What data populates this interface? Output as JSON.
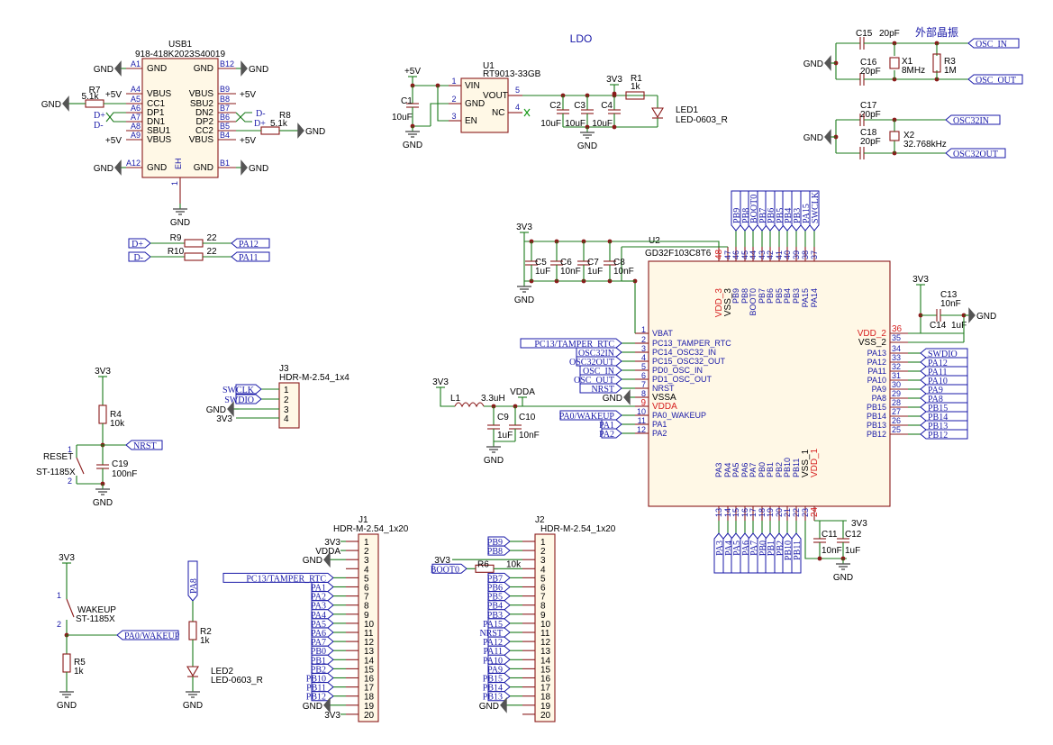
{
  "usb1": {
    "ref": "USB1",
    "part": "918-418K2023S40019",
    "left_pins": [
      {
        "num": "A1",
        "name": "GND"
      },
      {
        "num": "A4",
        "name": "VBUS"
      },
      {
        "num": "A5",
        "name": "CC1"
      },
      {
        "num": "A6",
        "name": "DP1"
      },
      {
        "num": "A7",
        "name": "DN1"
      },
      {
        "num": "A8",
        "name": "SBU1"
      },
      {
        "num": "A9",
        "name": "VBUS"
      },
      {
        "num": "A12",
        "name": "GND"
      }
    ],
    "right_pins": [
      {
        "num": "B12",
        "name": "GND"
      },
      {
        "num": "B9",
        "name": "VBUS"
      },
      {
        "num": "B8",
        "name": "SBU2"
      },
      {
        "num": "B7",
        "name": "DN2"
      },
      {
        "num": "B6",
        "name": "DP2"
      },
      {
        "num": "B5",
        "name": "CC2"
      },
      {
        "num": "B4",
        "name": "VBUS"
      },
      {
        "num": "B1",
        "name": "GND"
      }
    ],
    "eh": "EH",
    "eh_num": "1"
  },
  "usb_nets": {
    "gnd": "GND",
    "p5v": "+5V",
    "dp": "D+",
    "dm": "D-",
    "r7": "R7",
    "r7v": "5.1k",
    "r8": "R8",
    "r8v": "5.1k"
  },
  "ldo": {
    "title": "LDO",
    "ref": "U1",
    "part": "RT9013-33GB",
    "pins": [
      {
        "num": "1",
        "name": "VIN"
      },
      {
        "num": "2",
        "name": "GND"
      },
      {
        "num": "3",
        "name": "EN"
      },
      {
        "num": "5",
        "name": "VOUT"
      },
      {
        "num": "4",
        "name": "NC"
      }
    ],
    "p5v": "+5V",
    "c1": "C1",
    "c1v": "10uF",
    "gnd": "GND",
    "v33": "3V3",
    "r1": "R1",
    "r1v": "1k",
    "c2": "C2",
    "c2v": "10uF",
    "c3": "C3",
    "c3v": "10uF",
    "c4": "C4",
    "c4v": "10uF",
    "led1": "LED1",
    "led1v": "LED-0603_R"
  },
  "crystal": {
    "title": "外部晶振",
    "c15": "C15",
    "c15v": "20pF",
    "c16": "C16",
    "c16v": "20pF",
    "x1": "X1",
    "x1v": "8MHz",
    "r3": "R3",
    "r3v": "1M",
    "osc_in": "OSC_IN",
    "osc_out": "OSC_OUT",
    "gnd": "GND",
    "c17": "C17",
    "c17v": "20pF",
    "c18": "C18",
    "c18v": "20pF",
    "x2": "X2",
    "x2v": "32.768kHz",
    "osc32in": "OSC32IN",
    "osc32out": "OSC32OUT"
  },
  "usbser": {
    "dp": "D+",
    "dm": "D-",
    "r9": "R9",
    "r9v": "22",
    "r10": "R10",
    "r10v": "22",
    "pa12": "PA12",
    "pa11": "PA11"
  },
  "mcu": {
    "ref": "U2",
    "part": "GD32F103C8T6",
    "top_pins": [
      {
        "num": "48",
        "name": "VDD_3"
      },
      {
        "num": "47",
        "name": "VSS_3"
      },
      {
        "num": "46",
        "name": "PB9"
      },
      {
        "num": "45",
        "name": "PB8"
      },
      {
        "num": "44",
        "name": "BOOT0"
      },
      {
        "num": "43",
        "name": "PB7"
      },
      {
        "num": "42",
        "name": "PB6"
      },
      {
        "num": "41",
        "name": "PB5"
      },
      {
        "num": "40",
        "name": "PB4"
      },
      {
        "num": "39",
        "name": "PB3"
      },
      {
        "num": "38",
        "name": "PA15"
      },
      {
        "num": "37",
        "name": "PA14"
      }
    ],
    "top_nets": [
      "PB9",
      "PB8",
      "BOOT0",
      "PB7",
      "PB6",
      "PB5",
      "PB4",
      "PB3",
      "PA15",
      "SWCLK"
    ],
    "left_pins": [
      {
        "num": "1",
        "name": "VBAT"
      },
      {
        "num": "2",
        "name": "PC13_TAMPER_RTC"
      },
      {
        "num": "3",
        "name": "PC14_OSC32_IN"
      },
      {
        "num": "4",
        "name": "PC15_OSC32_OUT"
      },
      {
        "num": "5",
        "name": "PD0_OSC_IN"
      },
      {
        "num": "6",
        "name": "PD1_OSC_OUT"
      },
      {
        "num": "7",
        "name": "NRST"
      },
      {
        "num": "8",
        "name": "VSSA"
      },
      {
        "num": "9",
        "name": "VDDA"
      },
      {
        "num": "10",
        "name": "PA0_WAKEUP"
      },
      {
        "num": "11",
        "name": "PA1"
      },
      {
        "num": "12",
        "name": "PA2"
      }
    ],
    "left_nets": [
      "PC13/TAMPER_RTC",
      "OSC32IN",
      "OSC32OUT",
      "OSC_IN",
      "OSC_OUT",
      "NRST",
      "PA0/WAKEUP",
      "PA1",
      "PA2"
    ],
    "right_pins": [
      {
        "num": "36",
        "name": "VDD_2"
      },
      {
        "num": "35",
        "name": "VSS_2"
      },
      {
        "num": "34",
        "name": "PA13"
      },
      {
        "num": "33",
        "name": "PA12"
      },
      {
        "num": "32",
        "name": "PA11"
      },
      {
        "num": "31",
        "name": "PA10"
      },
      {
        "num": "30",
        "name": "PA9"
      },
      {
        "num": "29",
        "name": "PA8"
      },
      {
        "num": "28",
        "name": "PB15"
      },
      {
        "num": "27",
        "name": "PB14"
      },
      {
        "num": "26",
        "name": "PB13"
      },
      {
        "num": "25",
        "name": "PB12"
      }
    ],
    "right_nets": [
      "SWDIO",
      "PA12",
      "PA11",
      "PA10",
      "PA9",
      "PA8",
      "PB15",
      "PB14",
      "PB13",
      "PB12"
    ],
    "bottom_pins": [
      {
        "num": "13",
        "name": "PA3"
      },
      {
        "num": "14",
        "name": "PA4"
      },
      {
        "num": "15",
        "name": "PA5"
      },
      {
        "num": "16",
        "name": "PA6"
      },
      {
        "num": "17",
        "name": "PA7"
      },
      {
        "num": "18",
        "name": "PB0"
      },
      {
        "num": "19",
        "name": "PB1"
      },
      {
        "num": "20",
        "name": "PB2"
      },
      {
        "num": "21",
        "name": "PB10"
      },
      {
        "num": "22",
        "name": "PB11"
      },
      {
        "num": "23",
        "name": "VSS_1"
      },
      {
        "num": "24",
        "name": "VDD_1"
      }
    ],
    "bottom_nets": [
      "PA3",
      "PA4",
      "PA5",
      "PA6",
      "PA7",
      "PB0",
      "PB1",
      "PB2",
      "PB10",
      "PB11"
    ]
  },
  "decoup": {
    "v33": "3V3",
    "c5": "C5",
    "c5v": "1uF",
    "c6": "C6",
    "c6v": "10nF",
    "c7": "C7",
    "c7v": "1uF",
    "c8": "C8",
    "c8v": "10nF",
    "gnd": "GND",
    "c13": "C13",
    "c13v": "10nF",
    "c14": "C14",
    "c14v": "1uF",
    "c11": "C11",
    "c11v": "10nF",
    "c12": "C12",
    "c12v": "1uF"
  },
  "vdda": {
    "v33": "3V3",
    "l1": "L1",
    "l1v": "3.3uH",
    "vdda": "VDDA",
    "c9": "C9",
    "c9v": "1uF",
    "c10": "C10",
    "c10v": "10nF",
    "gnd": "GND"
  },
  "swd": {
    "ref": "J3",
    "part": "HDR-M-2.54_1x4",
    "nets": [
      "SWCLK",
      "SWDIO",
      "GND",
      "3V3"
    ],
    "pins": [
      "1",
      "2",
      "3",
      "4"
    ]
  },
  "reset": {
    "v33": "3V3",
    "r4": "R4",
    "r4v": "10k",
    "nrst": "NRST",
    "sw": "RESET",
    "swv": "ST-1185X",
    "c19": "C19",
    "c19v": "100nF",
    "gnd": "GND",
    "p1": "1",
    "p2": "2"
  },
  "wakeup": {
    "v33": "3V3",
    "sw": "WAKEUP",
    "swv": "ST-1185X",
    "net": "PA0/WAKEUP",
    "r5": "R5",
    "r5v": "1k",
    "gnd": "GND",
    "p1": "1",
    "p2": "2"
  },
  "led2": {
    "net": "PA8",
    "r2": "R2",
    "r2v": "1k",
    "led": "LED2",
    "ledv": "LED-0603_R",
    "gnd": "GND"
  },
  "j1": {
    "ref": "J1",
    "part": "HDR-M-2.54_1x20",
    "nets": [
      "3V3",
      "VDDA",
      "GND",
      "",
      "PC13/TAMPER_RTC",
      "PA1",
      "PA2",
      "PA3",
      "PA4",
      "PA5",
      "PA6",
      "PA7",
      "PB0",
      "PB1",
      "PB2",
      "PB10",
      "PB11",
      "PB12",
      "GND",
      "3V3"
    ]
  },
  "j2": {
    "ref": "J2",
    "part": "HDR-M-2.54_1x20",
    "nets": [
      "PB9",
      "PB8",
      "3V3",
      "BOOT0",
      "PB7",
      "PB6",
      "PB5",
      "PB4",
      "PB3",
      "PA15",
      "NRST",
      "PA12",
      "PA11",
      "PA10",
      "PA9",
      "PB15",
      "PB14",
      "PB13",
      "GND",
      ""
    ],
    "r6": "R6",
    "r6v": "10k"
  }
}
